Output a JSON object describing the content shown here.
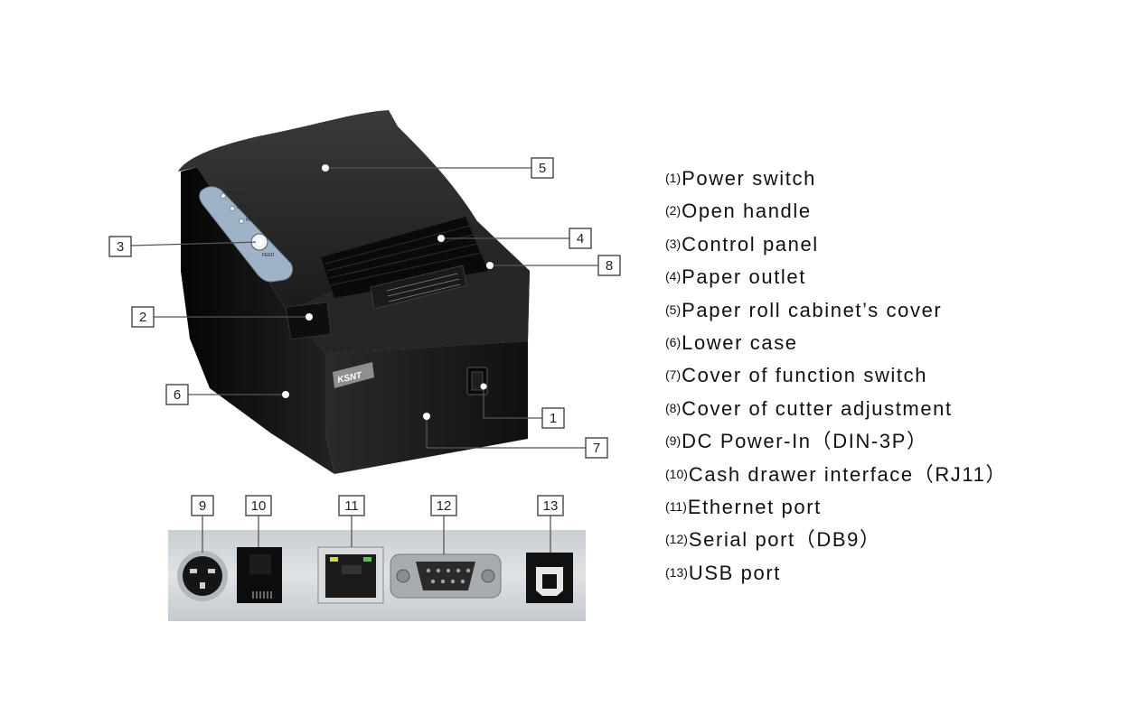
{
  "brand_label": "KSNT",
  "panel_labels": [
    "POWER",
    "ERROR",
    "PAPER",
    "FEED"
  ],
  "callouts": [
    "1",
    "2",
    "3",
    "4",
    "5",
    "6",
    "7",
    "8",
    "9",
    "10",
    "11",
    "12",
    "13"
  ],
  "legend": [
    {
      "idx": "(1)",
      "label": "Power switch"
    },
    {
      "idx": "(2)",
      "label": "Open handle"
    },
    {
      "idx": "(3)",
      "label": "Control panel"
    },
    {
      "idx": "(4)",
      "label": "Paper outlet"
    },
    {
      "idx": "(5)",
      "label": "Paper roll cabinet’s cover"
    },
    {
      "idx": "(6)",
      "label": "Lower case"
    },
    {
      "idx": "(7)",
      "label": "Cover of function switch"
    },
    {
      "idx": "(8)",
      "label": "Cover of cutter adjustment"
    },
    {
      "idx": "(9)",
      "label": "DC Power-In（DIN-3P）"
    },
    {
      "idx": "(10)",
      "label": "Cash drawer interface（RJ11）"
    },
    {
      "idx": "(11)",
      "label": "Ethernet port"
    },
    {
      "idx": "(12)",
      "label": "Serial port（DB9）"
    },
    {
      "idx": "(13)",
      "label": "USB port"
    }
  ],
  "colors": {
    "printer_body": "#1c1c1c",
    "panel": "#9fb3c8",
    "port_strip": "#d4d8dc"
  }
}
